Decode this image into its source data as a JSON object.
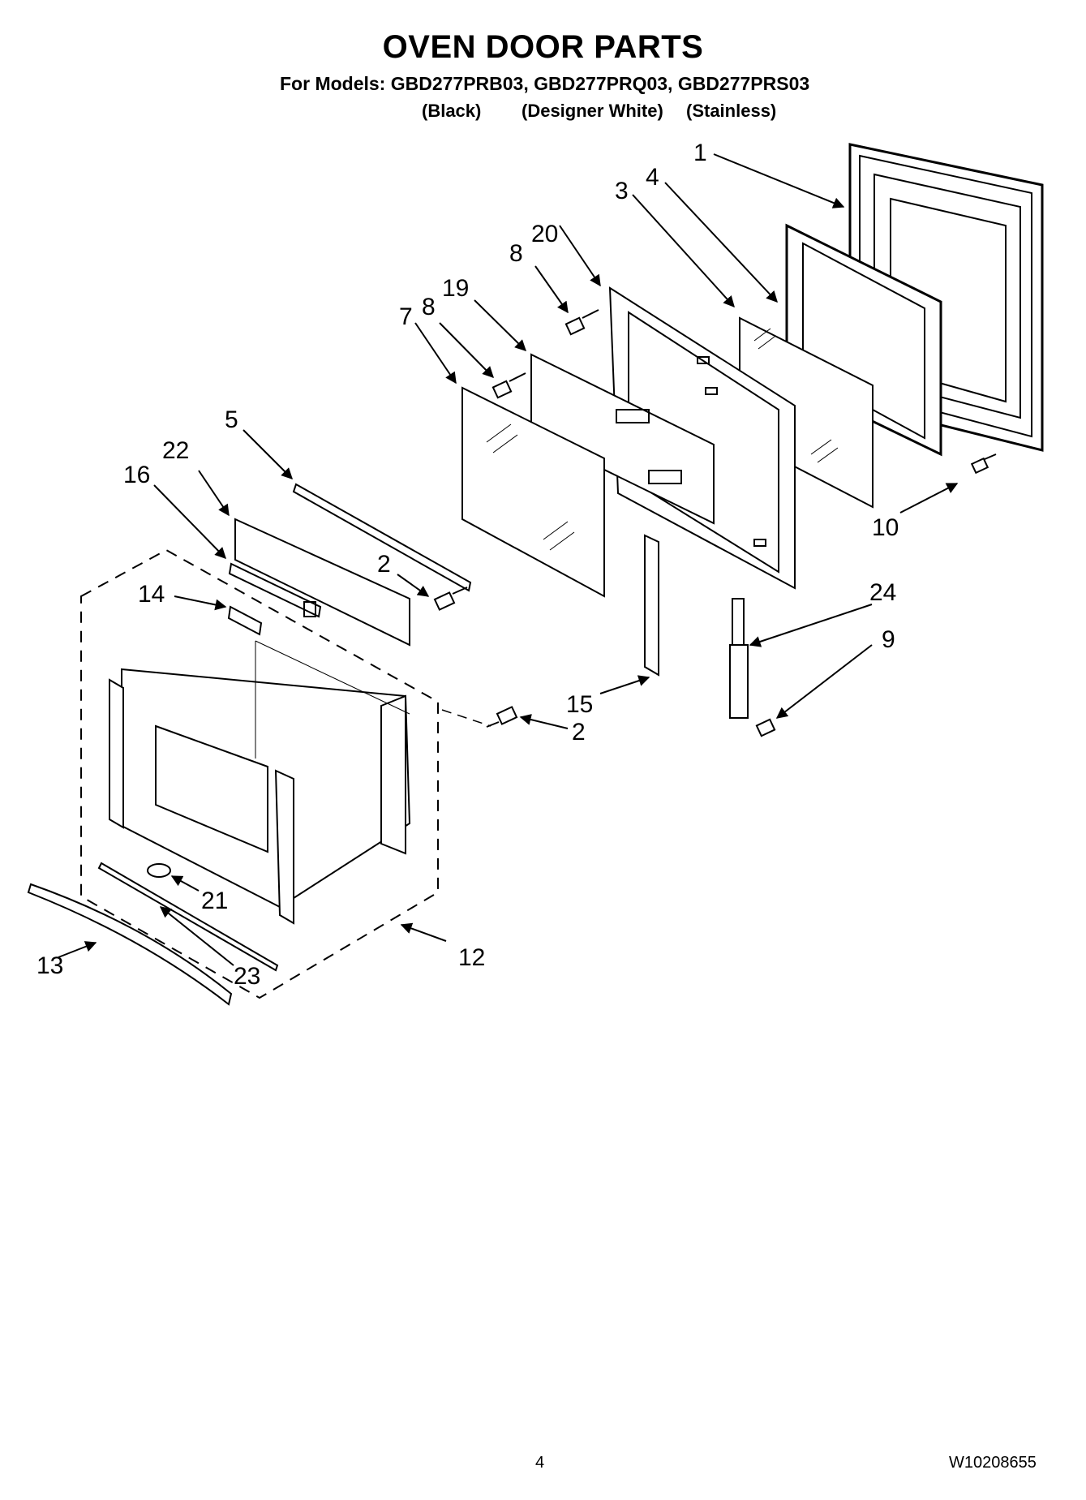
{
  "title": "OVEN DOOR PARTS",
  "models_line": "For Models: GBD277PRB03, GBD277PRQ03, GBD277PRS03",
  "variants": [
    "(Black)",
    "(Designer White)",
    "(Stainless)"
  ],
  "callouts": [
    "1",
    "4",
    "3",
    "20",
    "8",
    "19",
    "7",
    "8",
    "5",
    "22",
    "16",
    "2",
    "14",
    "10",
    "24",
    "9",
    "15",
    "2",
    "21",
    "12",
    "13",
    "23"
  ],
  "page_number": "4",
  "doc_number": "W10208655"
}
